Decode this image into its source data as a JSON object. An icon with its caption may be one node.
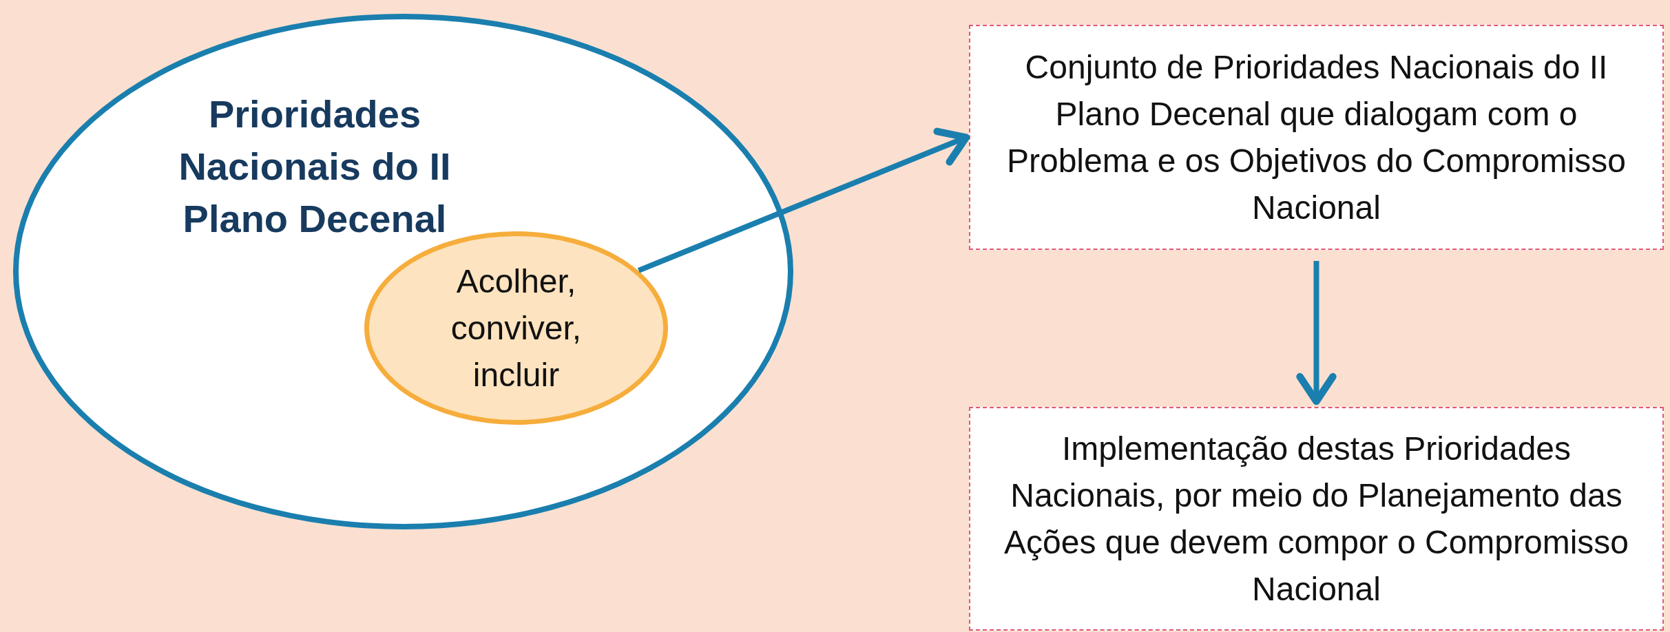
{
  "diagram": {
    "nodes": [
      {
        "text": [
          "Prioridades Nacionais do II Plano Decenal"
        ]
      },
      {
        "text": [
          "Acolher, conviver, incluir"
        ],
        "in": 0
      },
      {
        "text": [
          "Conjunto de Prioridades Nacionais do II Plano Decenal que dialogam com o Problema e os Objetivos do Compromisso Nacional"
        ]
      },
      {
        "text": [
          "Implementação destas Prioridades Nacionais, por meio do Planejamento das Ações que devem compor o Compromisso Nacional"
        ]
      }
    ],
    "edges": [
      {
        "from": 1,
        "to": 2,
        "arrow": "to"
      },
      {
        "from": 2,
        "to": 3,
        "arrow": "to"
      }
    ]
  }
}
